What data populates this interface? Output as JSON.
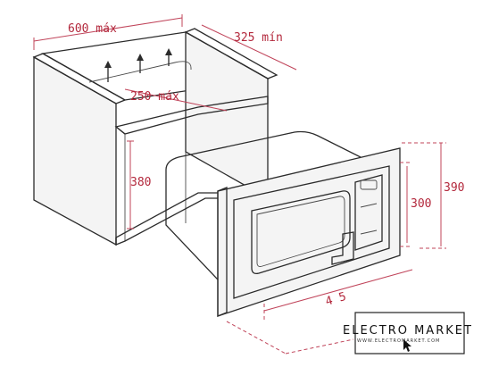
{
  "dimensions": {
    "width_top": "600 máx",
    "depth_top": "325 mín",
    "inner_width": "250 máx",
    "niche_height": "380",
    "door_height": "300",
    "total_height": "390",
    "front_width_partial": "4 5"
  },
  "logo": {
    "title": "ELECTRO MARKET",
    "subtitle": "WWW.ELECTROMARKET.COM"
  },
  "colors": {
    "dimension": "#b3283c",
    "ink": "#2b2b2b"
  }
}
